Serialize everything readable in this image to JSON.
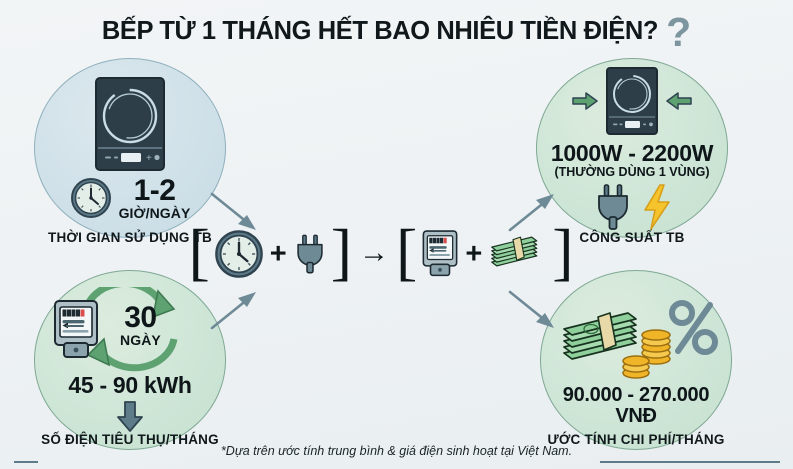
{
  "title": {
    "text": "BẾP TỪ 1 THÁNG HẾT BAO NHIÊU TIỀN ĐIỆN?",
    "question_mark": "?"
  },
  "colors": {
    "background": "#eef2f4",
    "bubble_blue_fill": "#cfe0e8",
    "bubble_blue_stroke": "#8fb0bd",
    "bubble_green_fill": "#cde5d6",
    "bubble_green_stroke": "#7fa894",
    "text_dark": "#0e1619",
    "accent_slate": "#5d7b88",
    "accent_green": "#5ea271",
    "accent_yellow": "#f5c32c",
    "cooktop_dark": "#2d3e48",
    "question_mark": "#7d959f"
  },
  "panels": {
    "usage_time": {
      "caption": "THỜI GIAN SỬ DỤNG TB",
      "value": "1-2",
      "unit": "GIỜ/NGÀY",
      "icons": [
        "induction-cooktop-icon",
        "clock-icon"
      ]
    },
    "power": {
      "caption": "CÔNG SUẤT TB",
      "value": "1000W - 2200W",
      "note": "(THƯỜNG DÙNG 1 VÙNG)",
      "icons": [
        "induction-cooktop-icon",
        "arrow-right-green-icon",
        "arrow-left-green-icon",
        "plug-icon",
        "lightning-bolt-icon"
      ]
    },
    "consumption": {
      "caption": "SỐ ĐIỆN TIÊU THỤ/THÁNG",
      "cycle_value": "30",
      "cycle_unit": "NGÀY",
      "value": "45 - 90 kWh",
      "icons": [
        "electric-meter-icon",
        "cycle-arrows-icon",
        "down-arrow-icon"
      ]
    },
    "cost": {
      "caption": "ƯỚC TÍNH CHI PHÍ/THÁNG",
      "value_line1": "90.000 - 270.000",
      "value_line2": "VNĐ",
      "icons": [
        "money-stack-icon",
        "coins-icon",
        "percent-icon"
      ]
    }
  },
  "formula": {
    "open_bracket": "[",
    "close_bracket": "]",
    "plus": "+",
    "arrow": "→",
    "left_terms": [
      "clock-icon",
      "plug-icon"
    ],
    "right_terms": [
      "electric-meter-icon",
      "money-stack-icon"
    ]
  },
  "footnote": "*Dựa trên ước tính trung bình & giá điện sinh hoạt tại Việt Nam."
}
